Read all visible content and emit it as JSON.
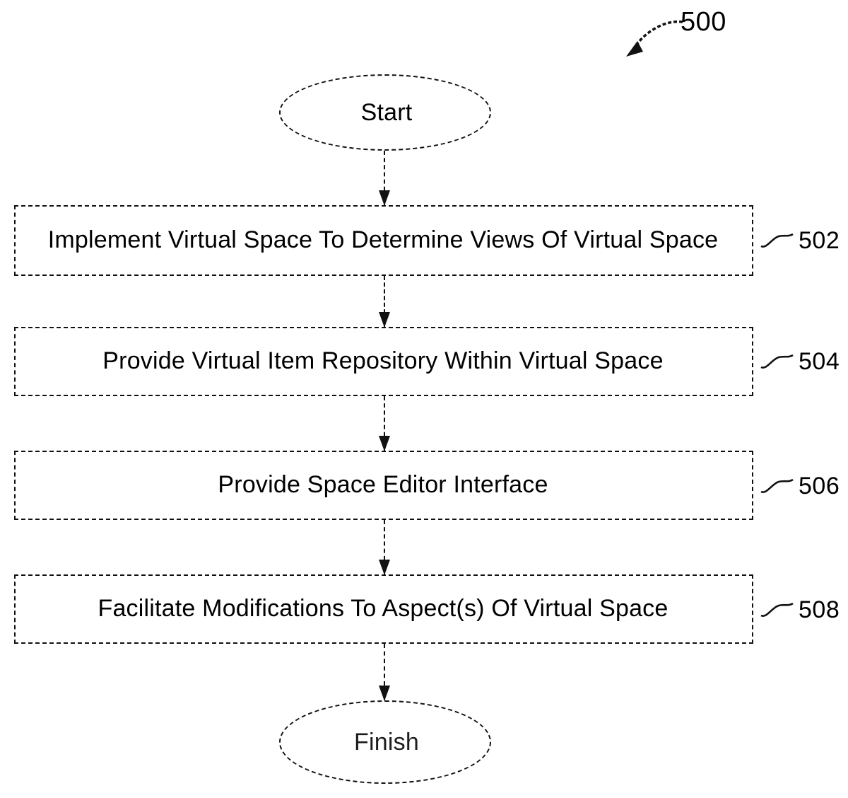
{
  "figure": {
    "number": "500",
    "lead_arrow_icon": "curved-arrow-icon"
  },
  "flowchart": {
    "type": "process-flow",
    "orientation": "vertical",
    "start": {
      "label": "Start",
      "shape": "oval"
    },
    "finish": {
      "label": "Finish",
      "shape": "oval"
    },
    "steps": [
      {
        "ref": "502",
        "label": "Implement Virtual Space To Determine Views Of Virtual Space",
        "shape": "rectangle"
      },
      {
        "ref": "504",
        "label": "Provide Virtual Item Repository Within Virtual Space",
        "shape": "rectangle"
      },
      {
        "ref": "506",
        "label": "Provide Space Editor Interface",
        "shape": "rectangle"
      },
      {
        "ref": "508",
        "label": "Facilitate Modifications To Aspect(s) Of Virtual Space",
        "shape": "rectangle"
      }
    ],
    "connectors": [
      {
        "from": "Start",
        "to": "502",
        "icon": "down-arrow-icon"
      },
      {
        "from": "502",
        "to": "504",
        "icon": "down-arrow-icon"
      },
      {
        "from": "504",
        "to": "506",
        "icon": "down-arrow-icon"
      },
      {
        "from": "506",
        "to": "508",
        "icon": "down-arrow-icon"
      },
      {
        "from": "508",
        "to": "Finish",
        "icon": "down-arrow-icon"
      }
    ]
  },
  "colors": {
    "ink": "#111111",
    "background": "#ffffff"
  }
}
